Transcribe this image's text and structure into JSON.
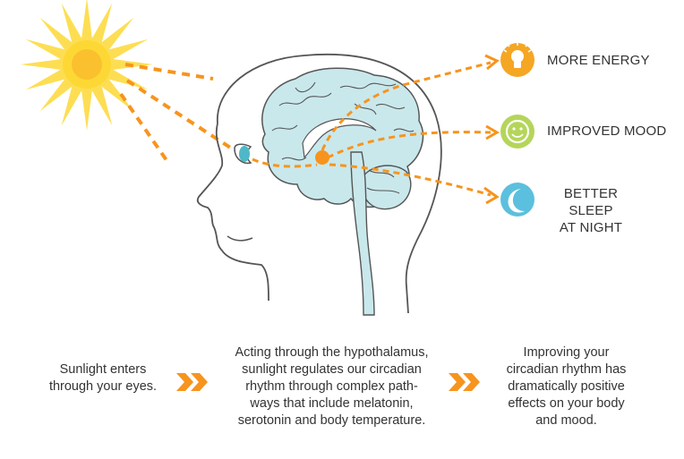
{
  "benefits": [
    {
      "label": "MORE ENERGY",
      "icon": "lightbulb-icon",
      "color": "#F5A623"
    },
    {
      "label": "IMPROVED MOOD",
      "icon": "smiley-icon",
      "color": "#B5D55A"
    },
    {
      "label_line1": "BETTER SLEEP",
      "label_line2": "AT NIGHT",
      "icon": "moon-icon",
      "color": "#5BC0DE"
    }
  ],
  "steps": [
    {
      "line1": "Sunlight enters",
      "line2": "through your eyes."
    },
    {
      "line1": "Acting through the hypothalamus,",
      "line2": "sunlight regulates our circadian",
      "line3": "rhythm through complex path-",
      "line4": "ways that include melatonin,",
      "line5": "serotonin and body temperature."
    },
    {
      "line1": "Improving your",
      "line2": "circadian rhythm has",
      "line3": "dramatically positive",
      "line4": "effects on your body",
      "line5": "and mood."
    }
  ],
  "colors": {
    "arrow": "#F7941D",
    "brain": "#C9E8EC",
    "outline": "#555555",
    "sun": "#FDD835",
    "sun_core": "#FBC02D"
  }
}
